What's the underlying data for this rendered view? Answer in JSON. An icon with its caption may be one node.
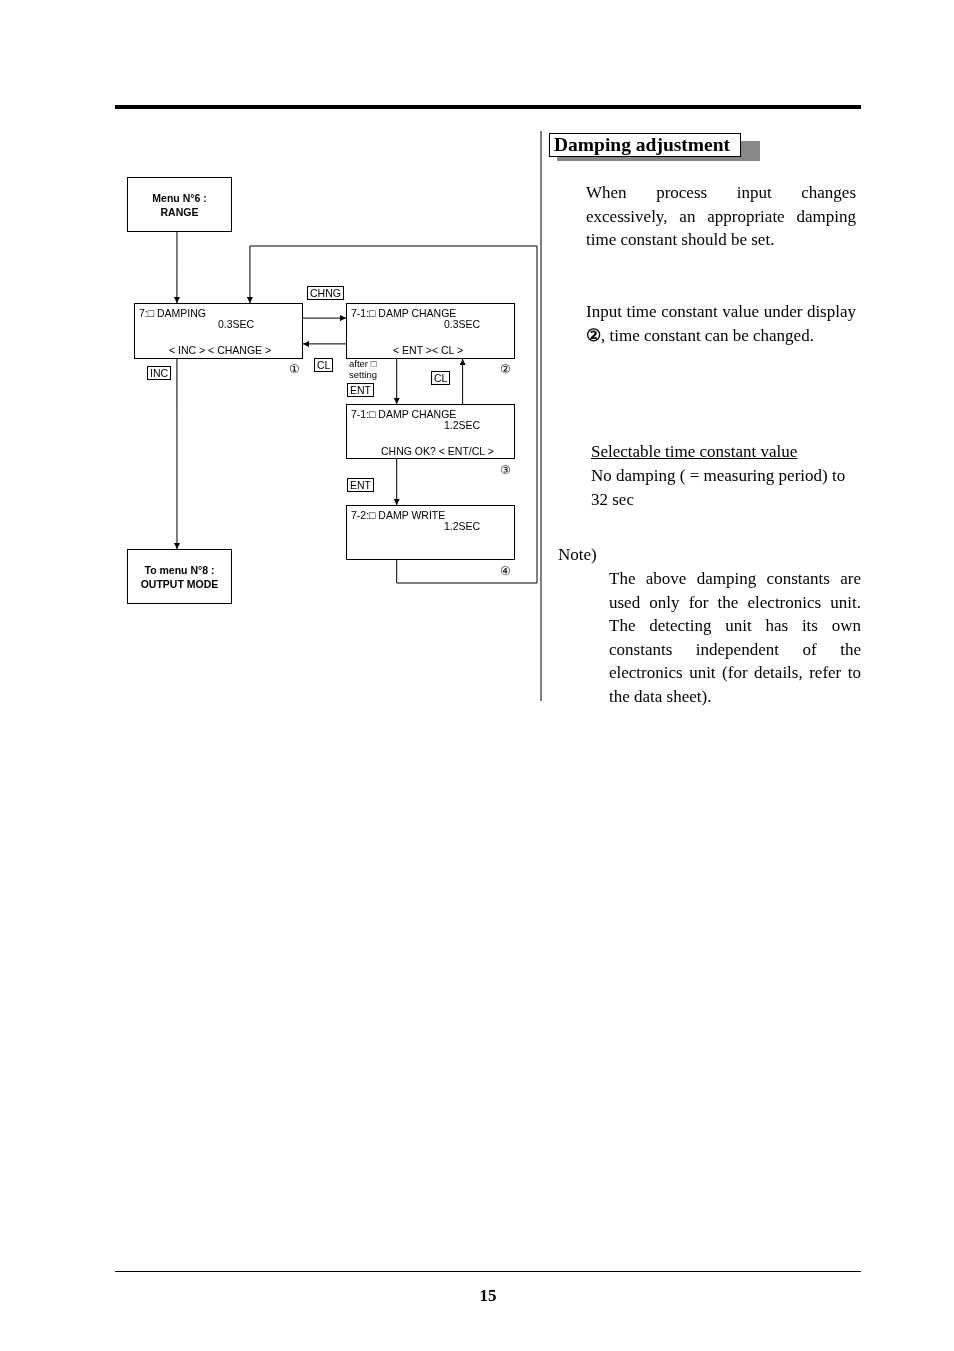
{
  "diagram": {
    "title": "Damping adjustment",
    "nodes": [
      {
        "text": [
          "Menu N°6 : RANGE"
        ]
      },
      {
        "text": [
          "7:□ DAMPING",
          "0.3SEC",
          "< INC > < CHANGE >"
        ],
        "beside": [
          "①"
        ]
      },
      {
        "text": [
          "7-1:□ DAMP CHANGE",
          "0.3SEC",
          "< ENT >< CL >"
        ],
        "beside": [
          "②"
        ]
      },
      {
        "text": [
          "7-1:□ DAMP CHANGE",
          "1.2SEC",
          "CHNG OK? < ENT/CL >"
        ],
        "beside": [
          "③"
        ]
      },
      {
        "text": [
          "7-2:□ DAMP WRITE",
          "1.2SEC"
        ],
        "beside": [
          "④"
        ]
      },
      {
        "text": [
          "To menu N°8 : OUTPUT MODE"
        ]
      }
    ],
    "edges": [
      {
        "from": 0,
        "to": 1,
        "arrow": "to"
      },
      {
        "from": 1,
        "to": 2,
        "arrow": "to",
        "label": "CHNG"
      },
      {
        "from": 2,
        "to": 1,
        "arrow": "to",
        "label": "CL"
      },
      {
        "from": 1,
        "to": 5,
        "arrow": "to",
        "label": "INC"
      },
      {
        "from": 2,
        "to": 3,
        "arrow": "to",
        "label": "ENT"
      },
      {
        "from": 3,
        "to": 2,
        "arrow": "to",
        "label": "CL"
      },
      {
        "from": 3,
        "to": 4,
        "arrow": "to",
        "label": "ENT"
      },
      {
        "from": 4,
        "to": 1,
        "arrow": "to"
      }
    ],
    "labels": [
      "after □ setting",
      "When process input changes excessively, an appropriate damping time constant should be set.",
      "Input time constant value under display **②**, time constant can be changed.",
      "Selectable time constant value",
      "No damping ( = measuring period) to 32 sec",
      "Note)",
      "The above damping constants are used only for the electronics unit. The detecting unit has its own constants independent of the electronics unit (for details, refer to the data sheet).",
      "15"
    ]
  }
}
